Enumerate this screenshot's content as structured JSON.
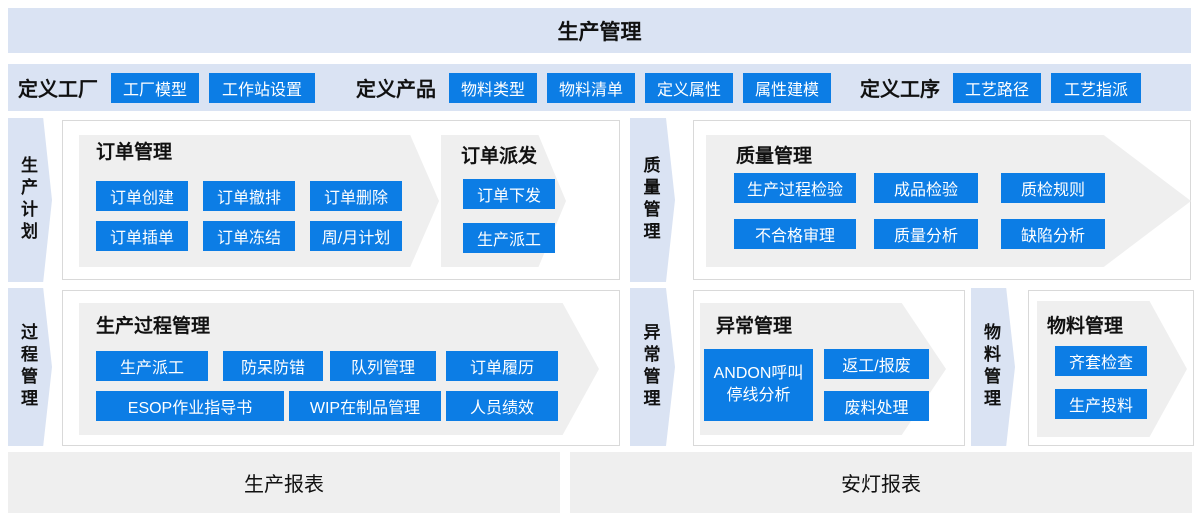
{
  "colors": {
    "accent_blue": "#0c7de5",
    "panel_lavender": "#dae3f3",
    "arrow_gray": "#efefef",
    "border_gray": "#d9d9d9"
  },
  "banner": {
    "title": "生产管理"
  },
  "definitions": {
    "factory": {
      "label": "定义工厂",
      "buttons": [
        "工厂模型",
        "工作站设置"
      ]
    },
    "product": {
      "label": "定义产品",
      "buttons": [
        "物料类型",
        "物料清单",
        "定义属性",
        "属性建模"
      ]
    },
    "process": {
      "label": "定义工序",
      "buttons": [
        "工艺路径",
        "工艺指派"
      ]
    }
  },
  "production_plan": {
    "side_label": "生产计划",
    "order_management": {
      "title": "订单管理",
      "buttons": [
        "订单创建",
        "订单撤排",
        "订单删除",
        "订单插单",
        "订单冻结",
        "周/月计划"
      ]
    },
    "order_dispatch": {
      "title": "订单派发",
      "buttons": [
        "订单下发",
        "生产派工"
      ]
    }
  },
  "quality": {
    "side_label": "质量管理",
    "section": {
      "title": "质量管理",
      "buttons": [
        "生产过程检验",
        "成品检验",
        "质检规则",
        "不合格审理",
        "质量分析",
        "缺陷分析"
      ]
    }
  },
  "process_mgmt": {
    "side_label": "过程管理",
    "section": {
      "title": "生产过程管理",
      "buttons": [
        "生产派工",
        "防呆防错",
        "队列管理",
        "订单履历",
        "ESOP作业指导书",
        "WIP在制品管理",
        "人员绩效"
      ]
    }
  },
  "exception": {
    "side_label": "异常管理",
    "section": {
      "title": "异常管理",
      "andon": {
        "line1": "ANDON呼叫",
        "line2": "停线分析"
      },
      "buttons": [
        "返工/报废",
        "废料处理"
      ]
    }
  },
  "material": {
    "side_label": "物料管理",
    "section": {
      "title": "物料管理",
      "buttons": [
        "齐套检查",
        "生产投料"
      ]
    }
  },
  "reports": {
    "production": "生产报表",
    "andon": "安灯报表"
  }
}
